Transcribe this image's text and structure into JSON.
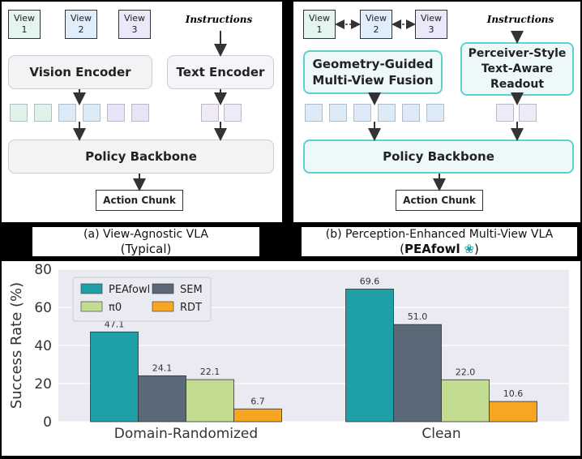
{
  "left_panel": {
    "views": [
      {
        "label": "View",
        "num": "1",
        "color": "#e3f5ec"
      },
      {
        "label": "View",
        "num": "2",
        "color": "#dfeefa"
      },
      {
        "label": "View",
        "num": "3",
        "color": "#ece8fa"
      }
    ],
    "instructions": "Instructions",
    "vision_encoder": "Vision Encoder",
    "text_encoder": "Text Encoder",
    "policy_backbone": "Policy Backbone",
    "action_chunk": "Action Chunk",
    "caption_line1": "(a) View-Agnostic VLA",
    "caption_line2": "(Typical)"
  },
  "right_panel": {
    "views": [
      {
        "label": "View",
        "num": "1",
        "color": "#e3f5ec"
      },
      {
        "label": "View",
        "num": "2",
        "color": "#dfeefa"
      },
      {
        "label": "View",
        "num": "3",
        "color": "#ece8fa"
      }
    ],
    "instructions": "Instructions",
    "fusion_line1": "Geometry-Guided",
    "fusion_line2": "Multi-View Fusion",
    "readout_line1": "Perceiver-Style",
    "readout_line2": "Text-Aware",
    "readout_line3": "Readout",
    "policy_backbone": "Policy Backbone",
    "action_chunk": "Action Chunk",
    "caption_line1": "(b) Perception-Enhanced Multi-View VLA",
    "caption_name": "PEAfowl",
    "accent_color": "#5fd0d0"
  },
  "chart_data": {
    "type": "bar",
    "categories": [
      "Domain-Randomized",
      "Clean"
    ],
    "series": [
      {
        "name": "PEAfowl",
        "values": [
          47.1,
          69.6
        ],
        "color": "#1f9fa8"
      },
      {
        "name": "SEM",
        "values": [
          24.1,
          51.0
        ],
        "color": "#5a6878"
      },
      {
        "name": "π0",
        "values": [
          22.1,
          22.0
        ],
        "color": "#c2dd91"
      },
      {
        "name": "RDT",
        "values": [
          6.7,
          10.6
        ],
        "color": "#f6a623"
      }
    ],
    "value_labels": [
      [
        "47.1",
        "69.6"
      ],
      [
        "24.1",
        "51.0"
      ],
      [
        "22.1",
        "22.0"
      ],
      [
        "6.7",
        "10.6"
      ]
    ],
    "ylabel": "Success Rate (%)",
    "ylim": [
      0,
      80
    ],
    "yticks": [
      "0",
      "20",
      "40",
      "60",
      "80"
    ],
    "grid": true,
    "legend_position": "top-left"
  }
}
